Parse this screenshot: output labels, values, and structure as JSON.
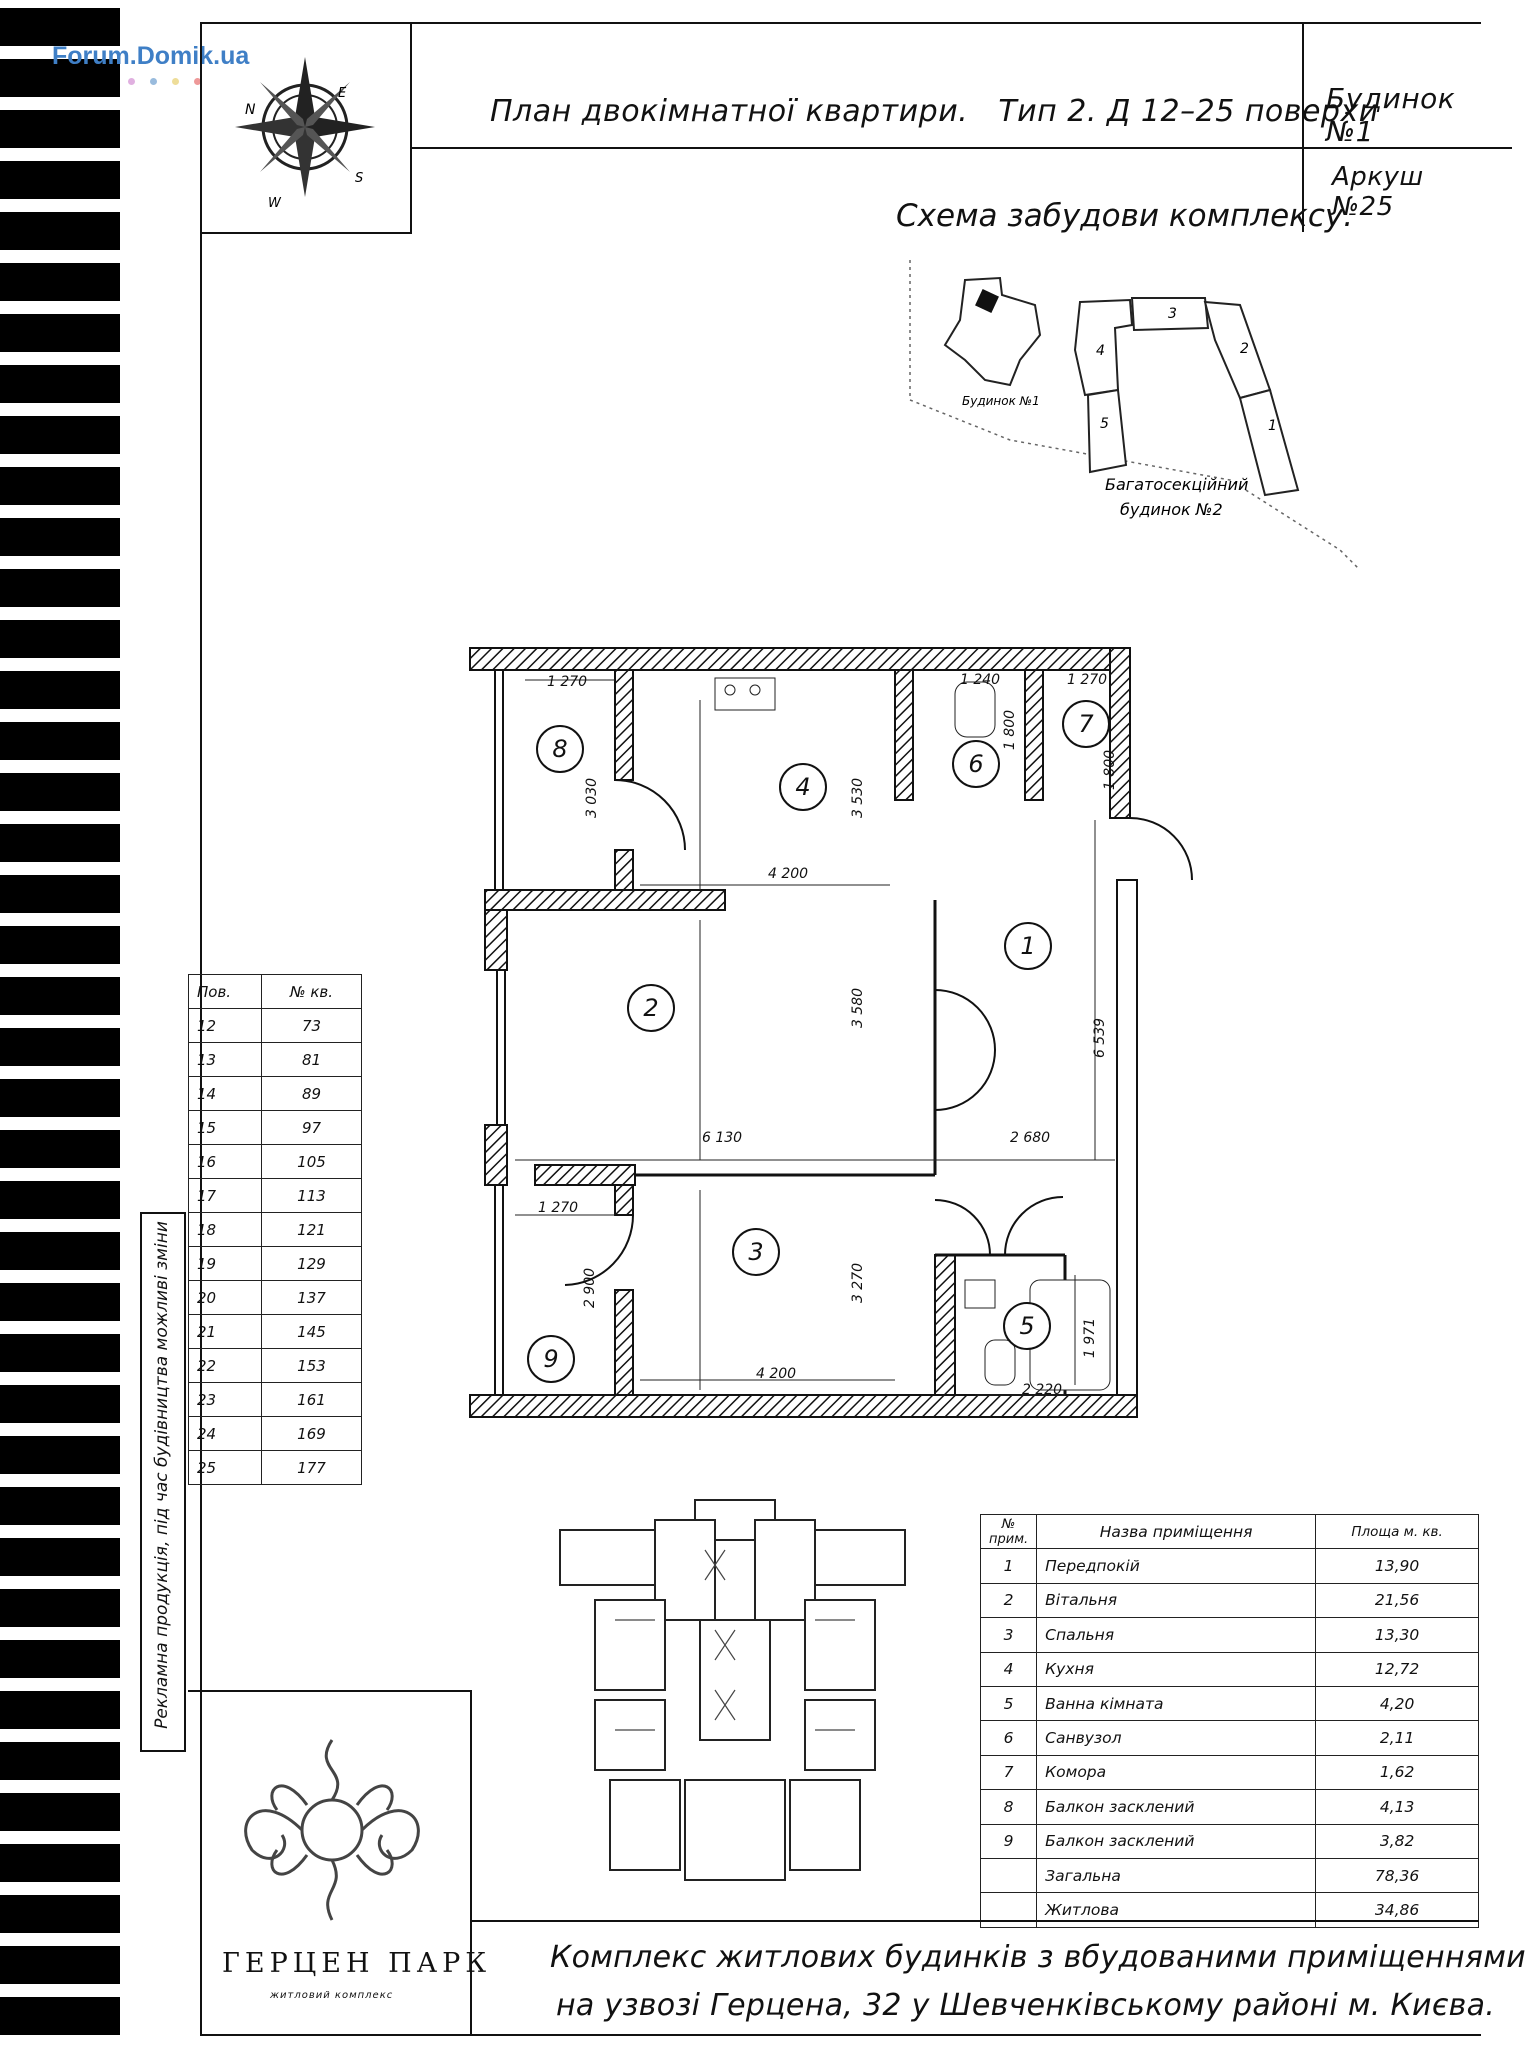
{
  "watermark": {
    "text": "Forum.Domik.ua"
  },
  "header": {
    "title": "План двокімнатної квартири.   Тип 2. Д 12–25 поверхи",
    "building": "Будинок №1",
    "sheet": "Аркуш №25"
  },
  "scheme": {
    "title": "Схема забудови комплексу.",
    "building1_label": "Будинок №1",
    "building2_label_line1": "Багатосекційний",
    "building2_label_line2": "будинок №2",
    "sections": [
      "1",
      "2",
      "3",
      "4",
      "5"
    ]
  },
  "compass": {
    "n": "N",
    "e": "E",
    "s": "S",
    "w": "W"
  },
  "floor_table": {
    "headers": [
      "Пов.",
      "№ кв."
    ],
    "rows": [
      [
        "12",
        "73"
      ],
      [
        "13",
        "81"
      ],
      [
        "14",
        "89"
      ],
      [
        "15",
        "97"
      ],
      [
        "16",
        "105"
      ],
      [
        "17",
        "113"
      ],
      [
        "18",
        "121"
      ],
      [
        "19",
        "129"
      ],
      [
        "20",
        "137"
      ],
      [
        "21",
        "145"
      ],
      [
        "22",
        "153"
      ],
      [
        "23",
        "161"
      ],
      [
        "24",
        "169"
      ],
      [
        "25",
        "177"
      ]
    ]
  },
  "side_note": "Рекламна продукція, під час будівництва можливі зміни",
  "plan": {
    "rooms": [
      "1",
      "2",
      "3",
      "4",
      "5",
      "6",
      "7",
      "8",
      "9"
    ],
    "dims": {
      "d1270a": "1 270",
      "d3030": "3 030",
      "d3530": "3 530",
      "d4200a": "4 200",
      "d1240": "1 240",
      "d1800a": "1 800",
      "d1270b": "1 270",
      "d1800b": "1 800",
      "d3580": "3 580",
      "d6539": "6 539",
      "d6130": "6 130",
      "d2680": "2 680",
      "d1270c": "1 270",
      "d2900": "2 900",
      "d3270": "3 270",
      "d4200b": "4 200",
      "d1971": "1 971",
      "d2220": "2 220"
    }
  },
  "room_table": {
    "headers": [
      "№ прим.",
      "Назва приміщення",
      "Площа м. кв."
    ],
    "rows": [
      [
        "1",
        "Передпокій",
        "13,90"
      ],
      [
        "2",
        "Вітальня",
        "21,56"
      ],
      [
        "3",
        "Спальня",
        "13,30"
      ],
      [
        "4",
        "Кухня",
        "12,72"
      ],
      [
        "5",
        "Ванна кімната",
        "4,20"
      ],
      [
        "6",
        "Санвузол",
        "2,11"
      ],
      [
        "7",
        "Комора",
        "1,62"
      ],
      [
        "8",
        "Балкон засклений",
        "4,13"
      ],
      [
        "9",
        "Балкон засклений",
        "3,82"
      ],
      [
        "",
        "Загальна",
        "78,36"
      ],
      [
        "",
        "Житлова",
        "34,86"
      ]
    ]
  },
  "logo": {
    "name": "ГЕРЦЕН ПАРК",
    "tagline": "житловий комплекс"
  },
  "footer": {
    "line1": "Комплекс житлових будинків з вбудованими приміщеннями",
    "line2": "на узвозі Герцена, 32 у Шевченківському районі м. Києва."
  }
}
